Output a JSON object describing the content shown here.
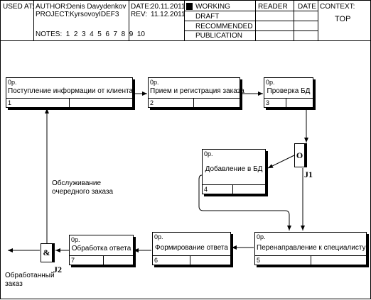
{
  "header": {
    "used_at": "USED AT:",
    "author_label": "AUTHOR:",
    "author": "Denis Davydenkov",
    "project_label": "PROJECT:",
    "project": "KyrsovoyIDEF3",
    "date_label": "DATE:",
    "date": "20.11.2011",
    "rev_label": "REV:",
    "rev": "11.12.2011",
    "notes": "NOTES:  1  2  3  4  5  6  7  8  9  10",
    "status": [
      "WORKING",
      "DRAFT",
      "RECOMMENDED",
      "PUBLICATION"
    ],
    "reader": "READER",
    "date_col": "DATE",
    "context_label": "CONTEXT:",
    "context_value": "TOP"
  },
  "boxes": [
    {
      "cost": "0р.",
      "label": "Поступление информации от клиента",
      "num": "1"
    },
    {
      "cost": "0р.",
      "label": "Прием и регистрация заказа",
      "num": "2"
    },
    {
      "cost": "0р.",
      "label": "Проверка БД",
      "num": "3"
    },
    {
      "cost": "0р.",
      "label": "Добавление в БД",
      "num": "4"
    },
    {
      "cost": "0р.",
      "label": "Перенаправление к специалисту",
      "num": "5"
    },
    {
      "cost": "0р.",
      "label": "Формирование ответа",
      "num": "6"
    },
    {
      "cost": "0р.",
      "label": "Обработка ответа",
      "num": "7"
    }
  ],
  "junctions": [
    {
      "symbol": "O",
      "label": "J1"
    },
    {
      "symbol": "&",
      "label": "J2"
    }
  ],
  "annotations": {
    "loop_text": "Обслуживание\nочередного заказа",
    "output_text": "Обработанный\nзаказ"
  }
}
